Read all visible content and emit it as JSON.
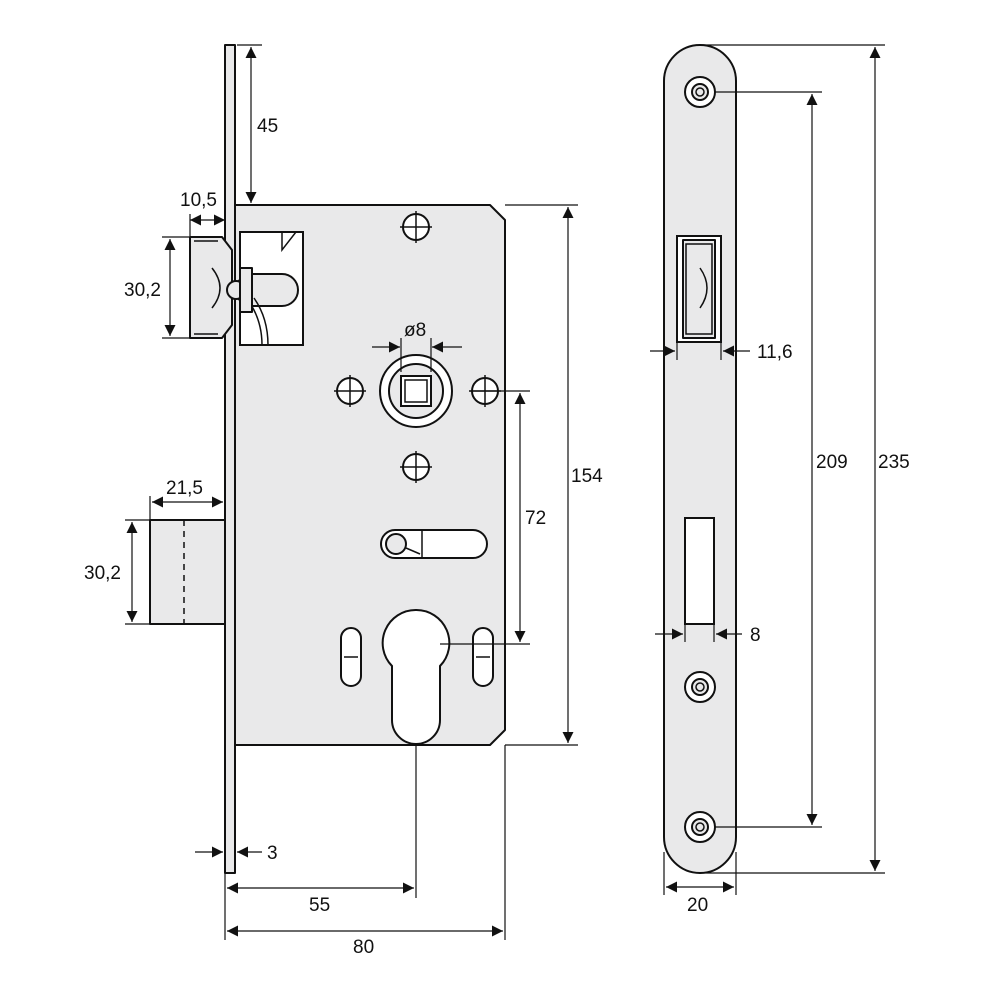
{
  "dimensions": {
    "front_height_to_top": "45",
    "latch_offset": "10,5",
    "latch_height": "30,2",
    "spindle_diameter": "ø8",
    "deadbolt_throw": "21,5",
    "deadbolt_height": "30,2",
    "case_height": "154",
    "spindle_to_cylinder": "72",
    "faceplate_thickness": "3",
    "backset": "55",
    "case_depth": "80",
    "latch_projection": "11,6",
    "screw_hole_spacing": "209",
    "faceplate_length": "235",
    "bolt_opening_width": "8",
    "faceplate_width": "20"
  },
  "colors": {
    "part_fill": "#e9e9ea",
    "line": "#111111",
    "background": "#ffffff"
  }
}
